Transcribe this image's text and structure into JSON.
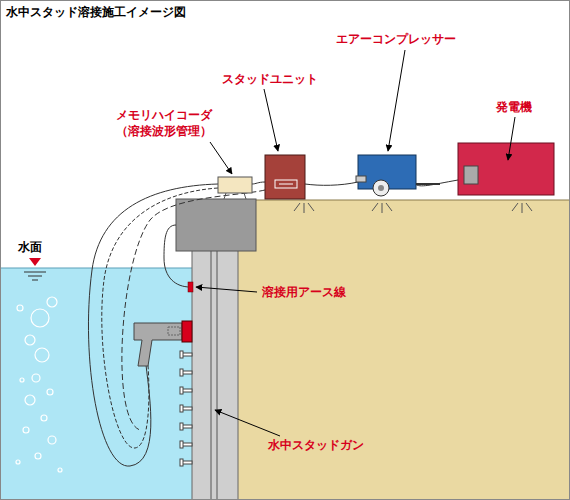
{
  "diagram": {
    "title": "水中スタッド溶接施工イメージ図",
    "labels": [
      "メモリハイコーダ",
      "（溶接波形管理）",
      "スタッドユニット",
      "エアーコンプレッサー",
      "発電機",
      "水面",
      "溶接用アース線",
      "水中スタッドガン"
    ]
  }
}
